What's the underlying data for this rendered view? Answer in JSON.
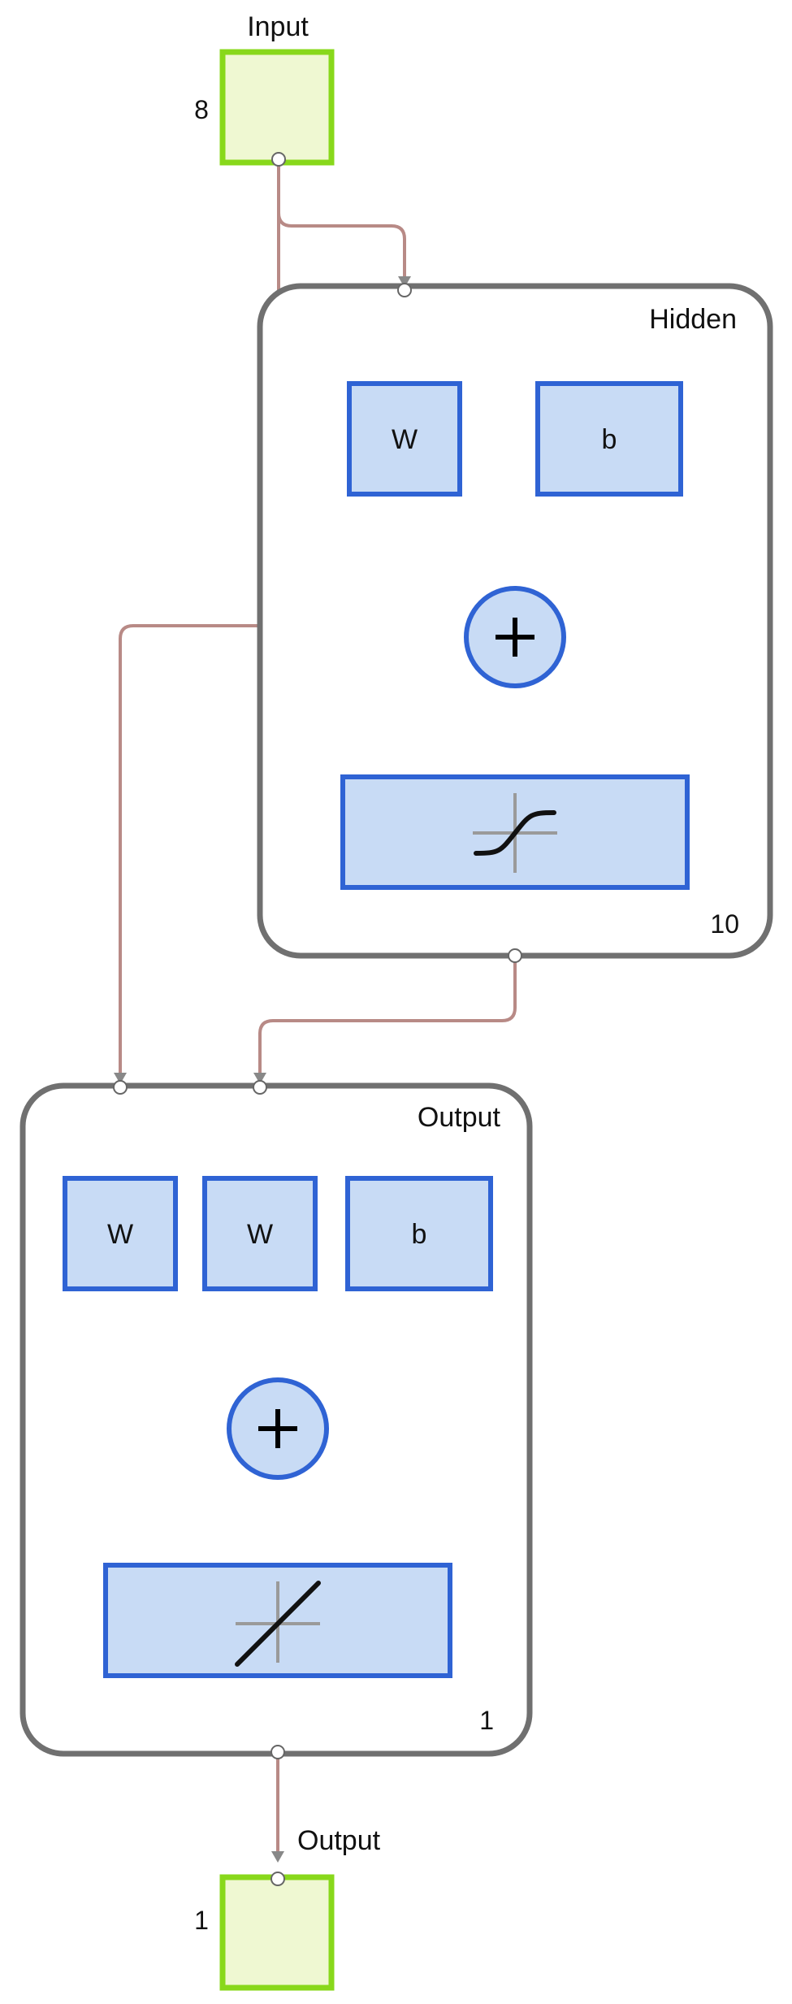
{
  "input": {
    "title": "Input",
    "size": "8"
  },
  "hidden": {
    "title": "Hidden",
    "size": "10",
    "weight_label": "W",
    "bias_label": "b",
    "transfer": "tansig"
  },
  "output_layer": {
    "title": "Output",
    "size": "1",
    "weight1_label": "W",
    "weight2_label": "W",
    "bias_label": "b",
    "transfer": "purelin"
  },
  "output": {
    "title": "Output",
    "size": "1"
  },
  "colors": {
    "io_fill": "#eff8d2",
    "io_stroke": "#88d81b",
    "block_fill": "#c8dbf5",
    "block_stroke": "#2f63d4",
    "layer_stroke": "#707070",
    "wire": "#b88a86"
  }
}
